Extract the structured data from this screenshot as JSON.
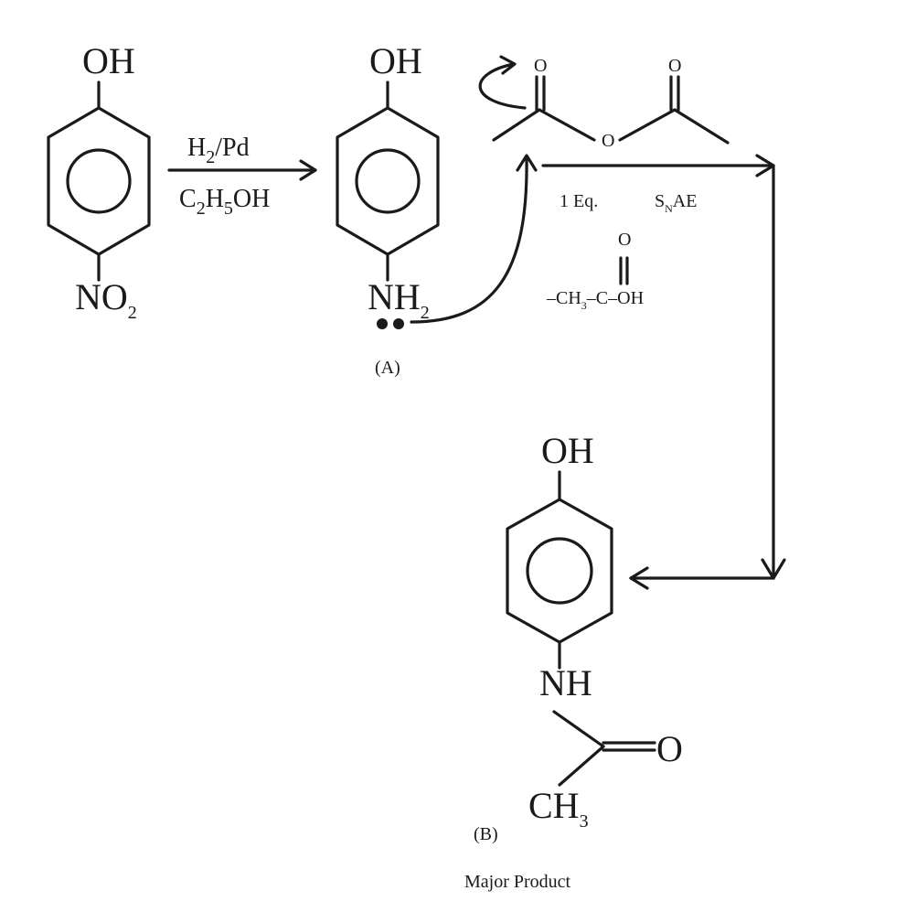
{
  "reactant": {
    "top_group": "OH",
    "bottom_group": "NO",
    "bottom_sub": "2"
  },
  "step1": {
    "reagent_top": "H",
    "reagent_top_sub": "2",
    "reagent_top_rest": "/Pd",
    "solvent": "C",
    "solvent_sub1": "2",
    "solvent_mid": "H",
    "solvent_sub2": "5",
    "solvent_rest": "OH"
  },
  "compound_a": {
    "top_group": "OH",
    "bottom_group": "NH",
    "bottom_sub": "2",
    "label": "(A)"
  },
  "anhydride": {
    "o_left": "O",
    "o_right": "O",
    "o_bridge": "O"
  },
  "step2": {
    "equivalents": "1 Eq.",
    "mechanism": "S",
    "mechanism_sub": "N",
    "mechanism_rest": "AE",
    "byproduct_o": "O",
    "byproduct_pre": "–CH",
    "byproduct_sub": "3",
    "byproduct_rest": "–C–OH"
  },
  "product_b": {
    "top_group": "OH",
    "amide_group": "NH",
    "carbonyl_o": "O",
    "methyl": "CH",
    "methyl_sub": "3",
    "label": "(B)",
    "caption": "Major Product"
  }
}
